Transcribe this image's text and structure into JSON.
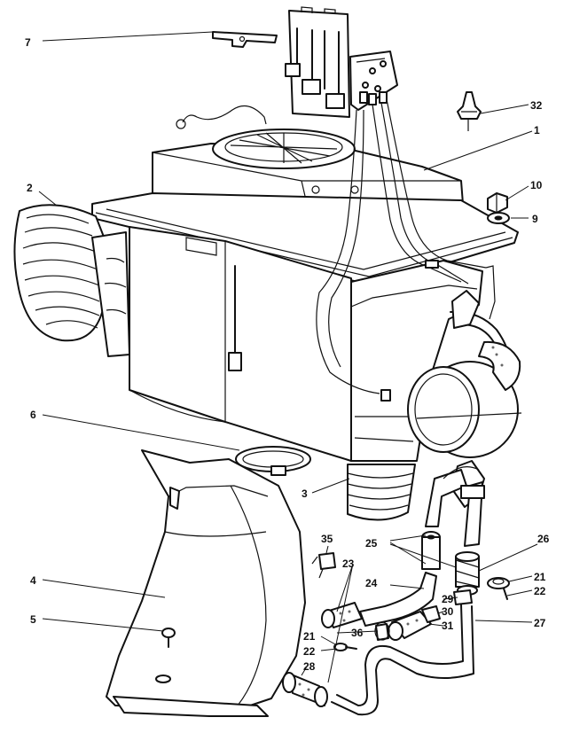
{
  "callouts": [
    {
      "id": "c7",
      "text": "7"
    },
    {
      "id": "c32",
      "text": "32"
    },
    {
      "id": "c1",
      "text": "1"
    },
    {
      "id": "c2",
      "text": "2"
    },
    {
      "id": "c10",
      "text": "10"
    },
    {
      "id": "c9",
      "text": "9"
    },
    {
      "id": "c6",
      "text": "6"
    },
    {
      "id": "c3",
      "text": "3"
    },
    {
      "id": "c4",
      "text": "4"
    },
    {
      "id": "c5",
      "text": "5"
    },
    {
      "id": "c35",
      "text": "35"
    },
    {
      "id": "c25",
      "text": "25"
    },
    {
      "id": "c26",
      "text": "26"
    },
    {
      "id": "c23",
      "text": "23"
    },
    {
      "id": "c24",
      "text": "24"
    },
    {
      "id": "c21a",
      "text": "21"
    },
    {
      "id": "c22a",
      "text": "22"
    },
    {
      "id": "c29",
      "text": "29"
    },
    {
      "id": "c30",
      "text": "30"
    },
    {
      "id": "c31",
      "text": "31"
    },
    {
      "id": "c27",
      "text": "27"
    },
    {
      "id": "c21b",
      "text": "21"
    },
    {
      "id": "c22b",
      "text": "22"
    },
    {
      "id": "c36",
      "text": "36"
    },
    {
      "id": "c28",
      "text": "28"
    }
  ]
}
